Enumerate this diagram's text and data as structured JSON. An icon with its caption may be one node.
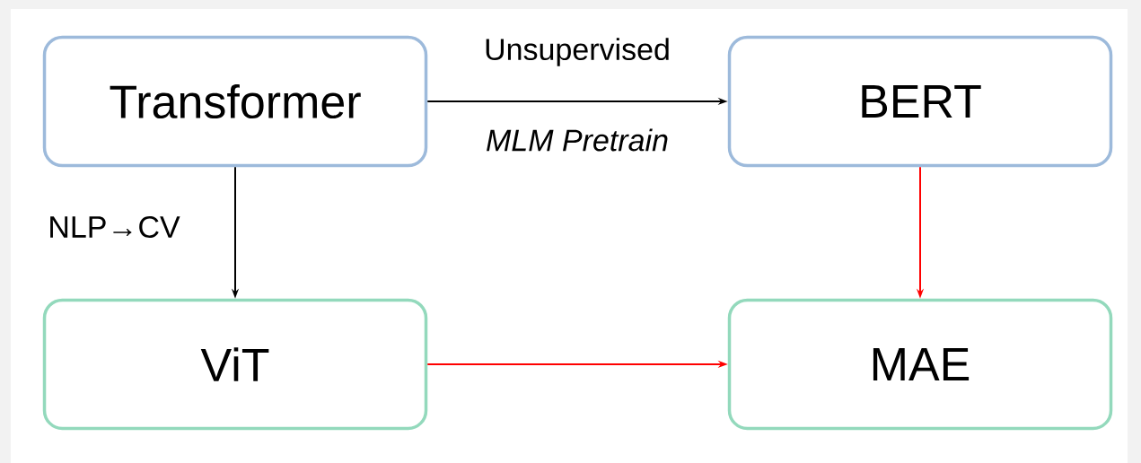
{
  "diagram": {
    "nodes": [
      {
        "text": [
          "Transformer"
        ]
      },
      {
        "text": [
          "BERT"
        ]
      },
      {
        "text": [
          "ViT"
        ]
      },
      {
        "text": [
          "MAE"
        ]
      }
    ],
    "edges": [
      {
        "from": 0,
        "to": 1,
        "arrow": "to",
        "label": "Unsupervised"
      },
      {
        "from": 0,
        "to": 2,
        "arrow": "to",
        "label": "NLP→CV"
      },
      {
        "from": 1,
        "to": 3,
        "arrow": "to",
        "color": "#ff0000"
      },
      {
        "from": 2,
        "to": 3,
        "arrow": "to",
        "color": "#ff0000"
      }
    ],
    "labels": [
      "MLM Pretrain"
    ]
  }
}
